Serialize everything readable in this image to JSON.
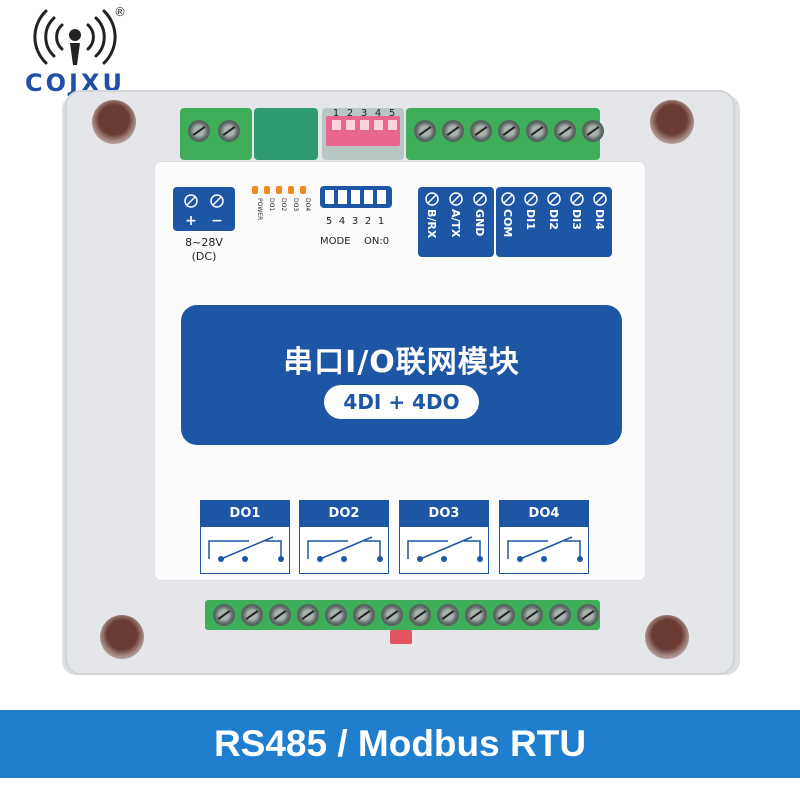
{
  "brand": {
    "name": "COJXU",
    "registered_mark": "®"
  },
  "device": {
    "title": "串口I/O联网模块",
    "subtitle": "4DI + 4DO",
    "power": {
      "plus": "+",
      "minus": "−",
      "voltage": "8~28V",
      "type": "(DC)"
    },
    "leds": [
      "POWER",
      "DO1",
      "DO2",
      "DO3",
      "DO4"
    ],
    "dip_top_numbers": [
      "1",
      "2",
      "3",
      "4",
      "5"
    ],
    "dip_face_numbers": [
      "5",
      "4",
      "3",
      "2",
      "1"
    ],
    "dip_mode_label": "MODE",
    "dip_on_label": "ON:0",
    "comm_terminals": [
      "B/RX",
      "A/TX",
      "GND"
    ],
    "di_terminals": [
      "COM",
      "DI1",
      "DI2",
      "DI3",
      "DI4"
    ],
    "relay_outputs": [
      "DO1",
      "DO2",
      "DO3",
      "DO4"
    ]
  },
  "banner": {
    "text": "RS485 / Modbus RTU"
  },
  "colors": {
    "brand_blue": "#1e56a6",
    "banner_blue": "#1f7fce",
    "terminal_green": "#3fae5a",
    "dip_pink": "#e9678f",
    "led_orange": "#f08a1c"
  }
}
